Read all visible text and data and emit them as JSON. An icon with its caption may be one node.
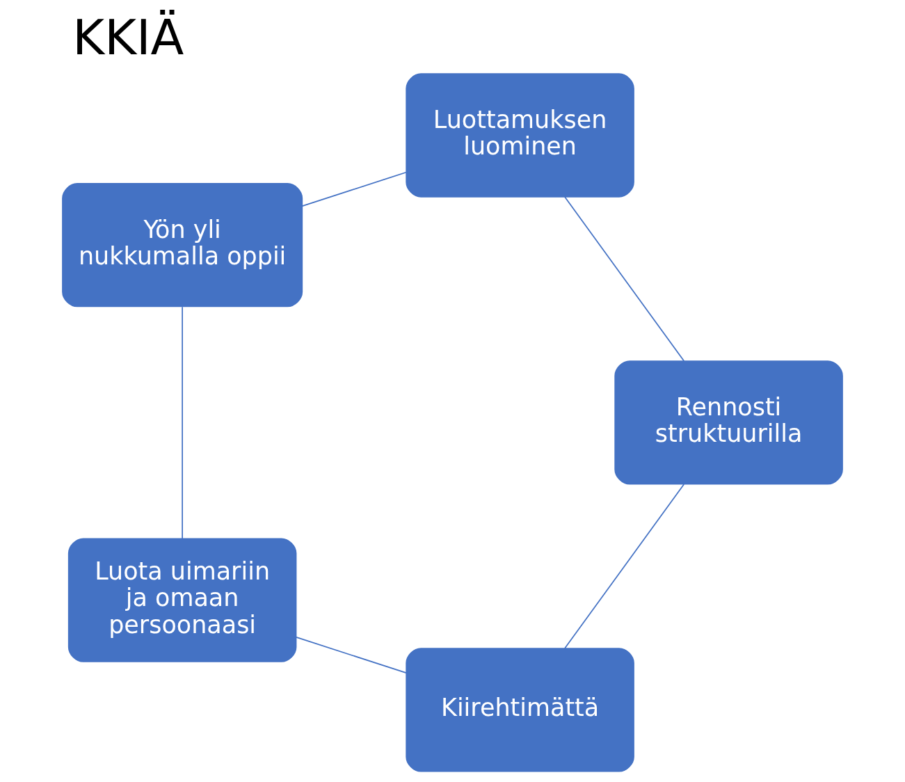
{
  "diagram": {
    "title": "KKIÄ",
    "nodes": [
      {
        "text": [
          "Kiirehtimättä"
        ]
      },
      {
        "text": [
          "Luota uimariin ja omaan persoonaasi"
        ]
      },
      {
        "text": [
          "Yön yli nukkumalla oppii"
        ]
      },
      {
        "text": [
          "Luottamuksen luominen"
        ]
      },
      {
        "text": [
          "Rennosti struktuurilla"
        ]
      }
    ],
    "edges": [
      {
        "from": 0,
        "to": 1,
        "arrow": "none"
      },
      {
        "from": 1,
        "to": 2,
        "arrow": "none"
      },
      {
        "from": 2,
        "to": 3,
        "arrow": "none"
      },
      {
        "from": 3,
        "to": 4,
        "arrow": "none"
      },
      {
        "from": 4,
        "to": 0,
        "arrow": "none"
      }
    ]
  }
}
